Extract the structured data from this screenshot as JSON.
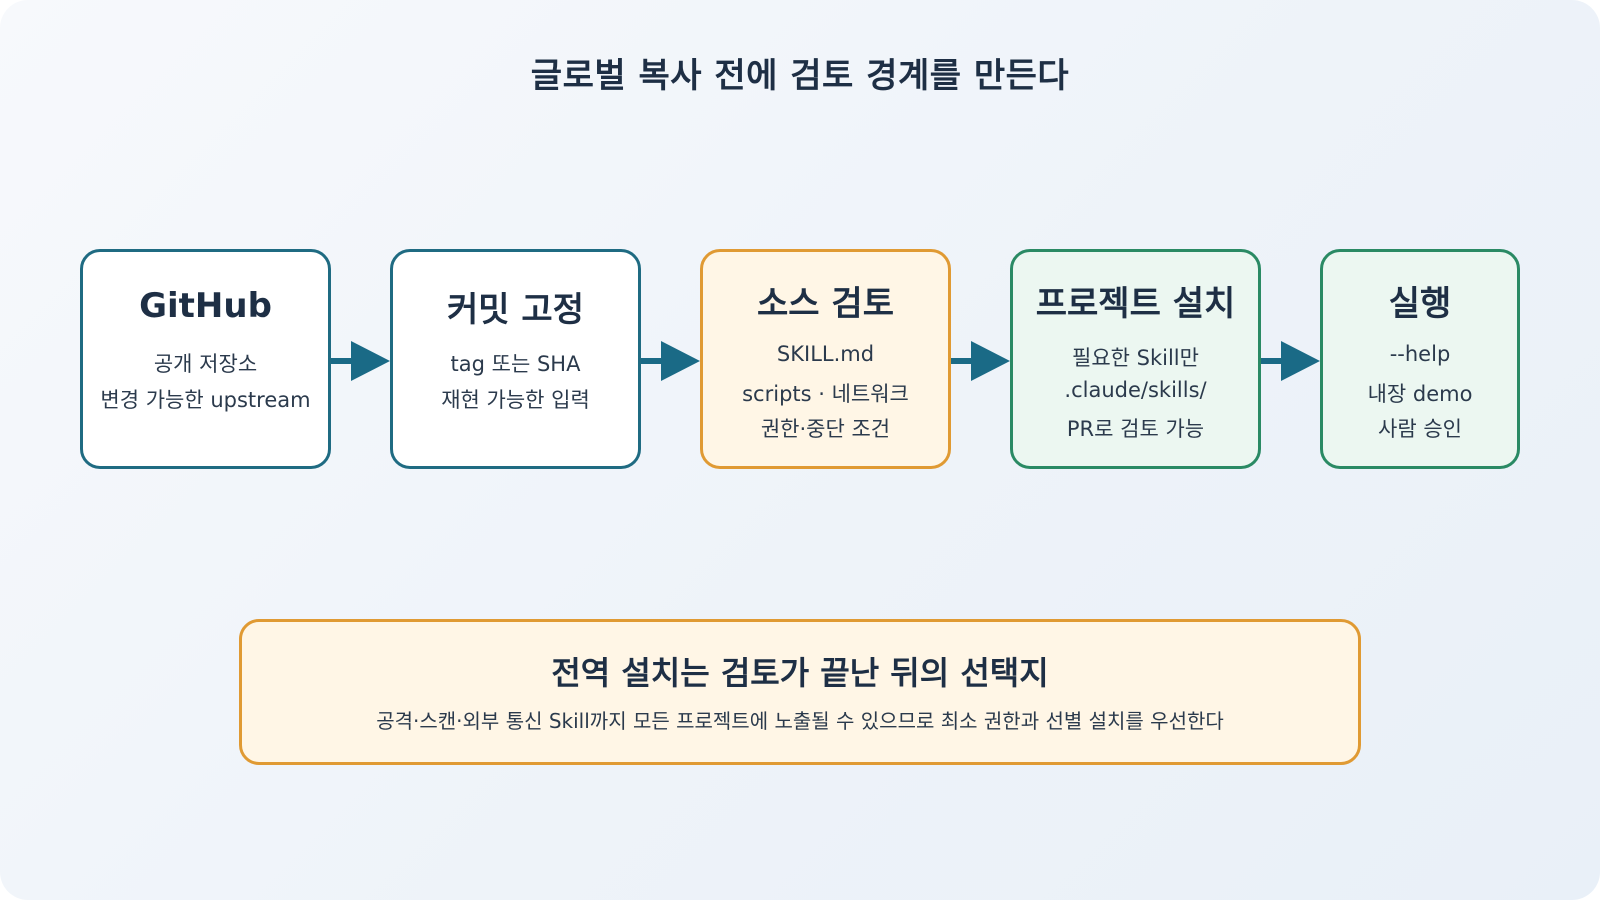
{
  "title": "글로벌 복사 전에 검토 경계를 만든다",
  "steps": [
    {
      "title": "GitHub",
      "lines": [
        "공개 저장소",
        "변경 가능한 upstream"
      ]
    },
    {
      "title": "커밋 고정",
      "lines": [
        "tag 또는 SHA",
        "재현 가능한 입력"
      ]
    },
    {
      "title": "소스 검토",
      "lines": [
        "SKILL.md",
        "scripts · 네트워크",
        "권한·중단 조건"
      ]
    },
    {
      "title": "프로젝트 설치",
      "lines": [
        "필요한 Skill만",
        ".claude/skills/",
        "PR로 검토 가능"
      ]
    },
    {
      "title": "실행",
      "lines": [
        "--help",
        "내장 demo",
        "사람 승인"
      ]
    }
  ],
  "note": {
    "title": "전역 설치는 검토가 끝난 뒤의 선택지",
    "body": "공격·스캔·외부 통신 Skill까지 모든 프로젝트에 노출될 수 있으므로 최소 권한과 선별 설치를 우선한다"
  },
  "colors": {
    "blue_border": "#1f6b82",
    "orange_border": "#e09a33",
    "orange_fill": "#fff6e6",
    "green_border": "#2a8a64",
    "green_fill": "#ecf7f1",
    "arrow": "#1a6a86",
    "text_dark": "#1e2f45"
  }
}
